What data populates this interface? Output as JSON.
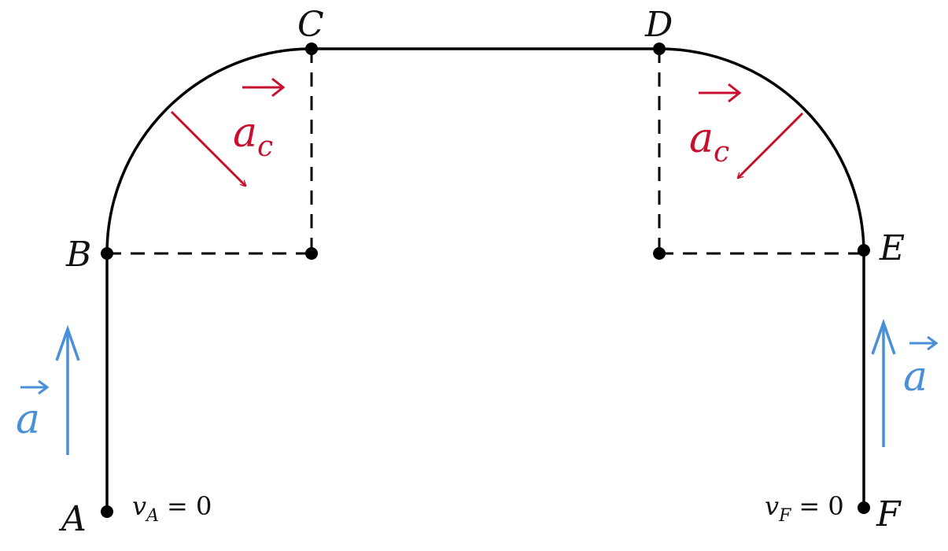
{
  "points": {
    "A": "A",
    "B": "B",
    "C": "C",
    "D": "D",
    "E": "E",
    "F": "F"
  },
  "velocity_labels": {
    "start": {
      "symbol": "v",
      "subscript": "A",
      "equals": "= 0"
    },
    "end": {
      "symbol": "v",
      "subscript": "F",
      "equals": "= 0"
    }
  },
  "vectors": {
    "centripetal": {
      "symbol": "a",
      "subscript": "c",
      "color": "#c8102e"
    },
    "linear": {
      "symbol": "a",
      "color": "#4a90d9"
    }
  },
  "colors": {
    "path": "#000000",
    "guides": "#000000",
    "centripetal": "#c8102e",
    "linear": "#4a90d9"
  }
}
